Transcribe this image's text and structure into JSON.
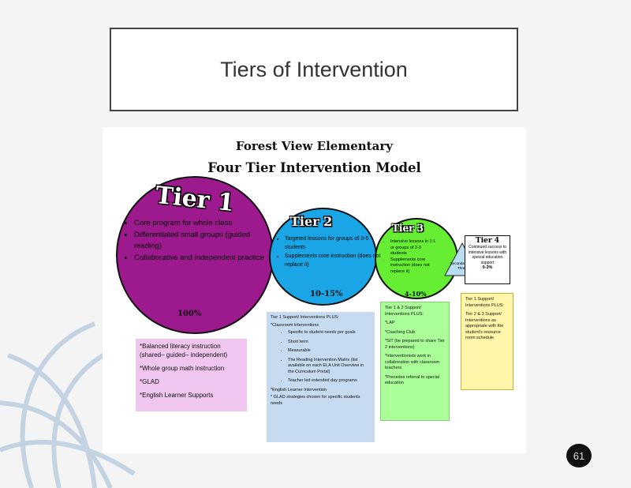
{
  "slide": {
    "title": "Tiers of Intervention",
    "page_number": "61"
  },
  "model": {
    "school": "Forest View Elementary",
    "heading": "Four Tier Intervention Model"
  },
  "tier1": {
    "title": "Tier 1",
    "bullets": [
      "Core program for whole class",
      "Differentiated small groups (guided reading)",
      "Collaborative and independent practice"
    ],
    "percent": "100%",
    "box_items": [
      "*Balanced literacy instruction (shared– guided– independent)",
      "*Whole group math instruction",
      "*GLAD",
      "*English Learner Supports"
    ]
  },
  "tier2": {
    "title": "Tier 2",
    "bullets": [
      "Targeted lessons for groups of 3-5 students",
      "Supplements core instruction (does not replace it)"
    ],
    "percent": "10-15%",
    "box_heading": "Tier 1 Support/ Interventions PLUS:",
    "box_sub": "*Classroom interventions",
    "box_list": [
      "Specific to student needs per goals",
      "Short term",
      "Measurable",
      "The Reading Intervention Matrix (list available on each ELA Unit Overview in the Curriculum Portal)",
      "Teacher led extended day programs"
    ],
    "box_tail": [
      "*English Learner Intervention",
      "* GLAD strategies chosen for specific students needs"
    ]
  },
  "tier3": {
    "title": "Tier 3",
    "bullets": [
      "Intensive lessons in 1:1 or groups of 2-3 students",
      "Supplements core instruction (does not replace it)"
    ],
    "percent": "4-10%",
    "triangle_text": "Secondary Tier Three",
    "box_items": [
      "Tier 1 & 2 Support/ Interventions PLUS:",
      "*LAP",
      "*Coaching Club",
      "*SIT (be prepared to share Tier 2 interventions)",
      "*Interventionists work in collaboration with classroom teachers",
      "*Precedes referral to special education"
    ]
  },
  "tier4": {
    "title": "Tier 4",
    "text": "Continued success to intensive lessons with special education support",
    "percent": "0-3%",
    "box_items": [
      "Tier 1 Support/ Interventions PLUS:",
      "Tier 2 & 3 Support/ Interventions as appropriate with the student's resource room schedule"
    ]
  },
  "colors": {
    "tier1": "#9c1a8e",
    "tier2": "#1aa6e6",
    "tier3": "#66ee33",
    "tier1_box": "#f0c6ef",
    "tier2_box": "#c6daf0",
    "tier3_box": "#aaff99",
    "tier4_box": "#fff6aa"
  },
  "icons": {
    "globe": "globe-watermark-icon"
  }
}
